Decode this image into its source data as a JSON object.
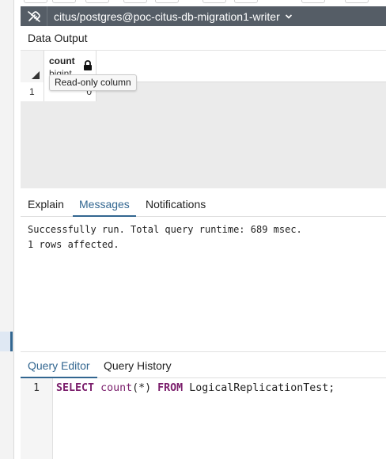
{
  "connection": {
    "label": "citus/postgres@poc-citus-db-migration1-writer"
  },
  "data_output": {
    "title": "Data Output",
    "column": {
      "name": "count",
      "type": "bigint"
    },
    "rows": [
      {
        "num": "1",
        "value": "0"
      }
    ],
    "tooltip": "Read-only column"
  },
  "result_tabs": [
    "Explain",
    "Messages",
    "Notifications"
  ],
  "result_active_tab": "Messages",
  "messages": {
    "line1": "Successfully run. Total query runtime: 689 msec.",
    "line2": "1 rows affected."
  },
  "editor_tabs": [
    "Query Editor",
    "Query History"
  ],
  "editor_active_tab": "Query Editor",
  "editor": {
    "line_number": "1",
    "code": {
      "select_kw": "SELECT",
      "count_fn": "count",
      "args": "(*)",
      "from_kw": "FROM",
      "table": "LogicalReplicationTest;"
    }
  },
  "colors": {
    "accent": "#326690",
    "toolbar": "#555d66",
    "keyword": "#7a1d6b"
  },
  "icons": {
    "connection": "disconnected-plug-icon",
    "lock": "lock-icon",
    "dropdown": "chevron-down-icon",
    "sort": "sort-triangle-icon"
  }
}
